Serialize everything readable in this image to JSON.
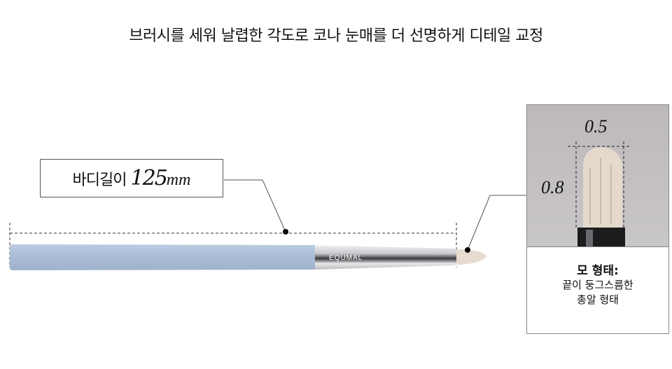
{
  "headline": "브러시를 세워 날렵한 각도로 코나 눈매를 더 선명하게 디테일 교정",
  "body_length": {
    "label": "바디길이",
    "value": "125",
    "unit": "mm"
  },
  "brand": "EQUMAL",
  "detail": {
    "width_value": "0.5",
    "height_value": "0.8",
    "title": "모 형태:",
    "description_line1": "끝이 둥그스름한",
    "description_line2": "총알 형태"
  },
  "colors": {
    "handle": "#a9bcd6",
    "ferrule": "#d8d8dc",
    "bristle": "#e6dccf"
  }
}
